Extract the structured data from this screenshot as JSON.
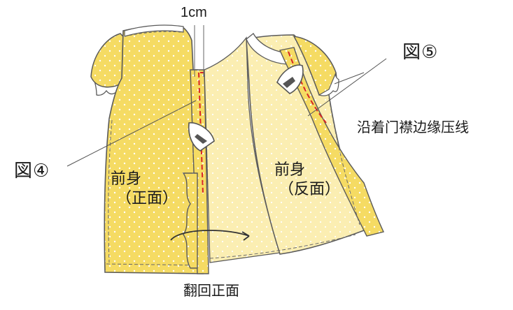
{
  "labels": {
    "measure": "1cm",
    "front_title": "前身",
    "front_sub": "（正面）",
    "back_title": "前身",
    "back_sub": "（反面）",
    "fig4": "図④",
    "fig5": "図⑤",
    "note": "沿着门襟边缘压线",
    "caption": "翻回正面"
  },
  "colors": {
    "fabric_right_side": "#f5db63",
    "fabric_wrong_side": "#fbeeb2",
    "outline": "#5a5a5a",
    "stitch_red": "#d92626",
    "dot": "#ffffff"
  },
  "icons": [
    "iron-icon",
    "iron-icon",
    "turn-arrow-icon"
  ]
}
